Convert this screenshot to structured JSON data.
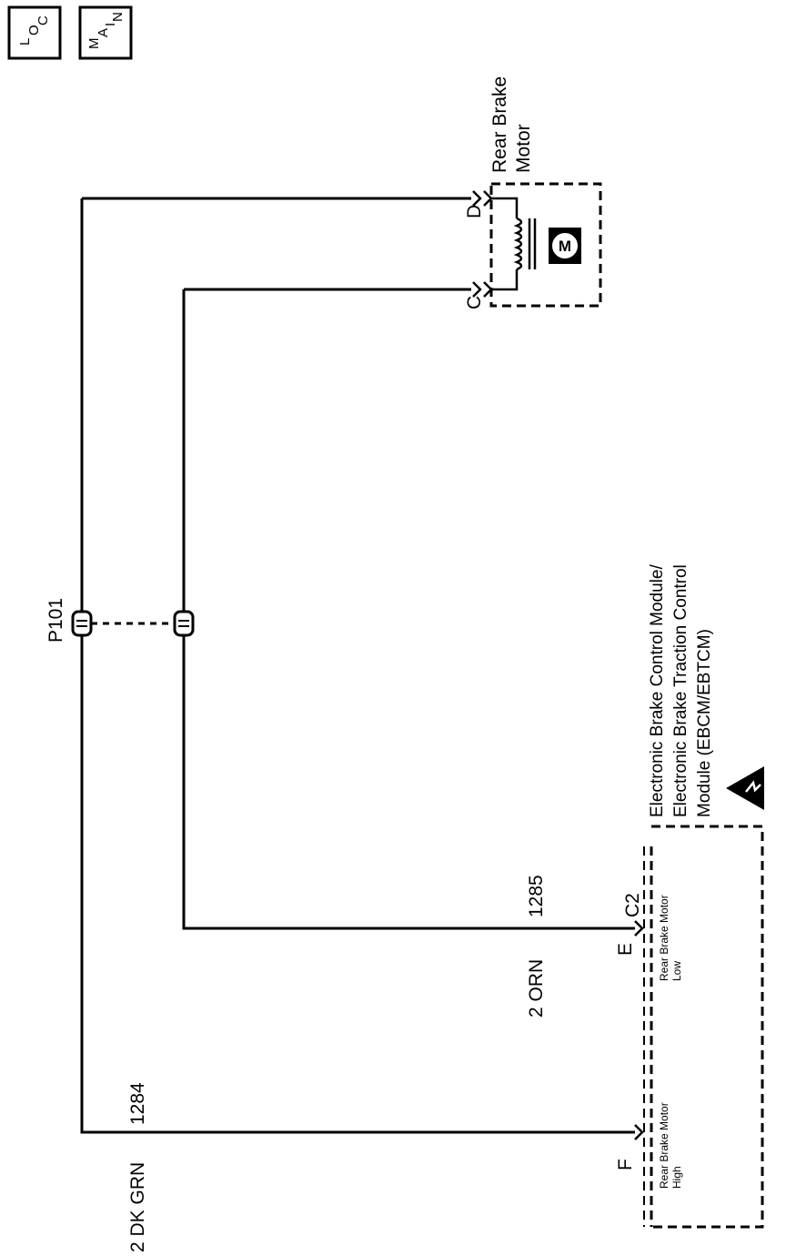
{
  "tags": {
    "loc": [
      "L",
      "O",
      "C"
    ],
    "main": [
      "M",
      "A",
      "I",
      "N"
    ]
  },
  "motor": {
    "title_line1": "Rear Brake",
    "title_line2": "Motor",
    "pin_d": "D",
    "pin_c": "C",
    "symbol": "M"
  },
  "splice": {
    "label": "P101"
  },
  "module": {
    "line1": "Electronic Brake Control Module/",
    "line2": "Electronic Brake Traction Control",
    "line3": "Module (EBCM/EBTCM)",
    "connector": "C2",
    "pin_e": "E",
    "pin_f": "F",
    "low_line1": "Rear Brake Motor",
    "low_line2": "Low",
    "high_line1": "Rear Brake Motor",
    "high_line2": "High"
  },
  "wires": {
    "orn_circuit": "1285",
    "orn_label": "2 ORN",
    "grn_circuit": "1284",
    "grn_label": "2 DK GRN"
  },
  "icons": {
    "esd": "esd-warning-icon"
  }
}
